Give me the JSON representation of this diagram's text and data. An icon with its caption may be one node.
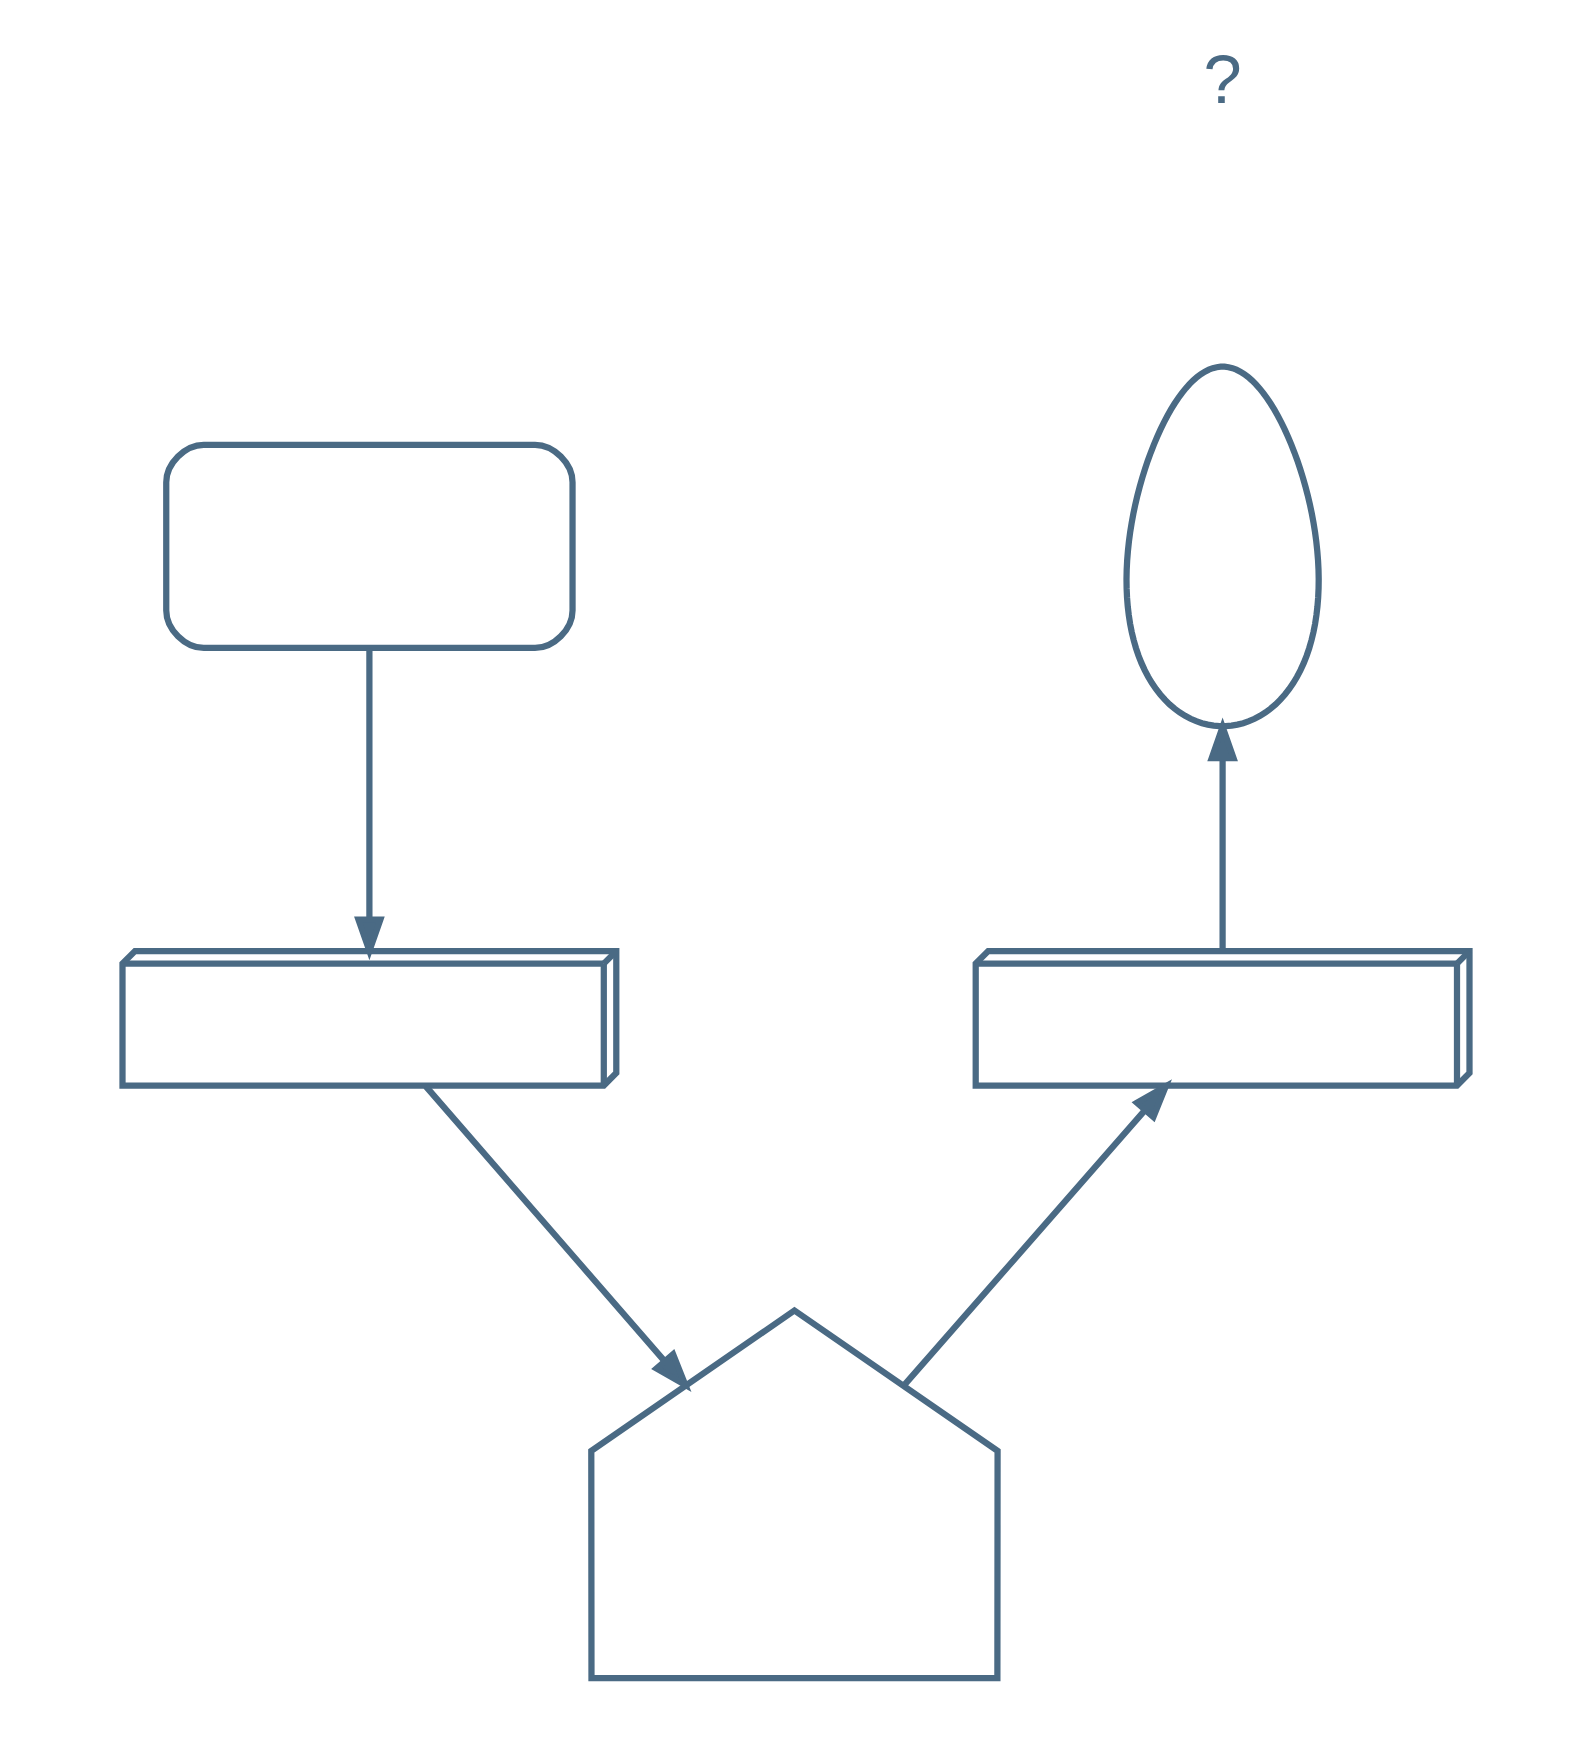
{
  "diagram": {
    "nodes": [
      {
        "text": [],
        "shape": "person"
      },
      {
        "text": [],
        "shape": "drone"
      },
      {
        "text": [],
        "shape": "box"
      },
      {
        "text": [],
        "shape": "building"
      },
      {
        "text": [],
        "shape": "box"
      }
    ],
    "edges": [
      {
        "from": 1,
        "to": 2,
        "arrow": "to"
      },
      {
        "from": 2,
        "to": 3,
        "arrow": "to"
      },
      {
        "from": 3,
        "to": 4,
        "arrow": "to"
      },
      {
        "from": 4,
        "to": 0,
        "arrow": "to"
      }
    ],
    "labels": [
      "?"
    ]
  }
}
